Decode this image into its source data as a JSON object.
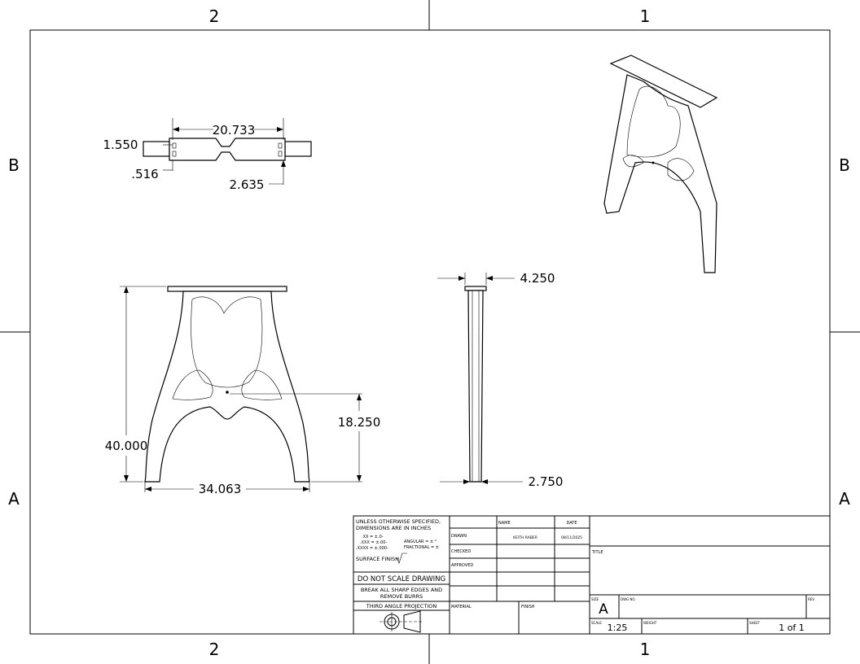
{
  "zones": {
    "top": [
      "2",
      "1"
    ],
    "bottom": [
      "2",
      "1"
    ],
    "left": [
      "B",
      "A"
    ],
    "right": [
      "B",
      "A"
    ]
  },
  "dimensions": {
    "top_view": {
      "length": "20.733",
      "slot_offset": "1.550",
      "slot_width": ".516",
      "depth": "2.635"
    },
    "side_view": {
      "top_width": "4.250",
      "bottom_width": "2.750"
    },
    "front_view": {
      "height": "40.000",
      "cross_height": "18.250",
      "foot_span": "34.063"
    }
  },
  "title_block": {
    "tolerance_note": [
      "UNLESS OTHERWISE SPECIFIED,",
      "DIMENSIONS ARE IN INCHES"
    ],
    "tolerances": [
      ".XX = ±.0-",
      ".XXX = ±.00-",
      ".XXXX = ±.000-"
    ],
    "angular": "ANGULAR = ± °",
    "fractional": "FRACTIONAL = ±",
    "surface_finish": "SURFACE FINISH",
    "do_not_scale": "DO NOT SCALE DRAWING",
    "break_edges": [
      "BREAK ALL SHARP EDGES AND",
      "REMOVE BURRS"
    ],
    "projection": "THIRD ANGLE PROJECTION",
    "name_header": "NAME",
    "date_header": "DATE",
    "drawn_label": "DRAWN",
    "drawn_name": "KEITH RABER",
    "drawn_date": "08/11/2025",
    "checked_label": "CHECKED",
    "approved_label": "APPROVED",
    "material_label": "MATERIAL",
    "finish_label": "FINISH",
    "title_label": "TITLE",
    "size_label": "SIZE",
    "size_value": "A",
    "dwg_no_label": "DWG NO.",
    "rev_label": "REV.",
    "scale_label": "SCALE",
    "scale_value": "1:25",
    "weight_label": "WEIGHT",
    "sheet_label": "SHEET",
    "sheet_value": "1 of 1"
  }
}
